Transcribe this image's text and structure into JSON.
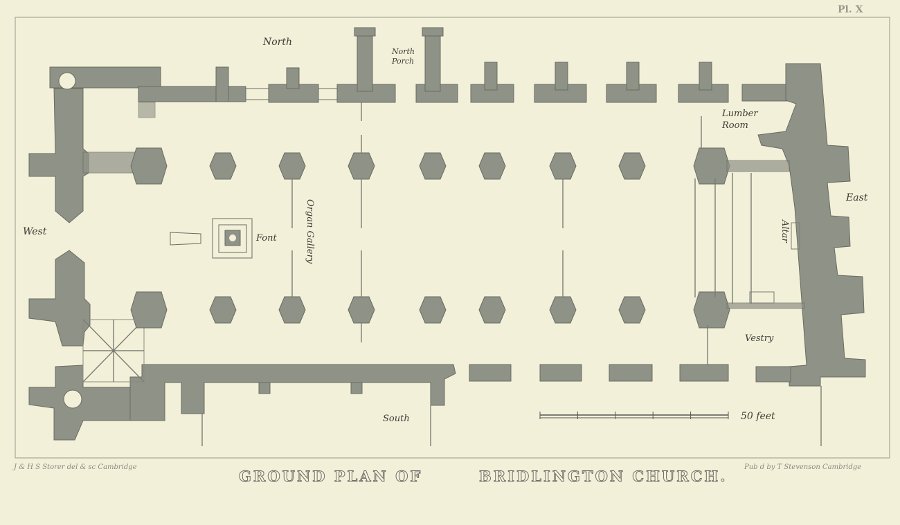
{
  "plate_number": "Pl. X",
  "labels": {
    "north": "North",
    "north_porch_line1": "North",
    "north_porch_line2": "Porch",
    "lumber_room_line1": "Lumber",
    "lumber_room_line2": "Room",
    "east": "East",
    "west": "West",
    "font": "Font",
    "organ_gallery": "Organ Gallery",
    "altar": "Altar",
    "vestry": "Vestry",
    "south": "South"
  },
  "scale_bar": {
    "label": "50 feet",
    "length_feet": 50,
    "divisions": 5
  },
  "credits": {
    "engravers": "J & H S Storer del & sc Cambridge",
    "publisher": "Pub d by T Stevenson Cambridge"
  },
  "title": {
    "part1": "GROUND PLAN OF",
    "part2": "BRIDLINGTON CHURCH."
  },
  "colors": {
    "paper": "#f3f0d9",
    "wall": "#8f9286",
    "ink": "#3c3d36"
  }
}
